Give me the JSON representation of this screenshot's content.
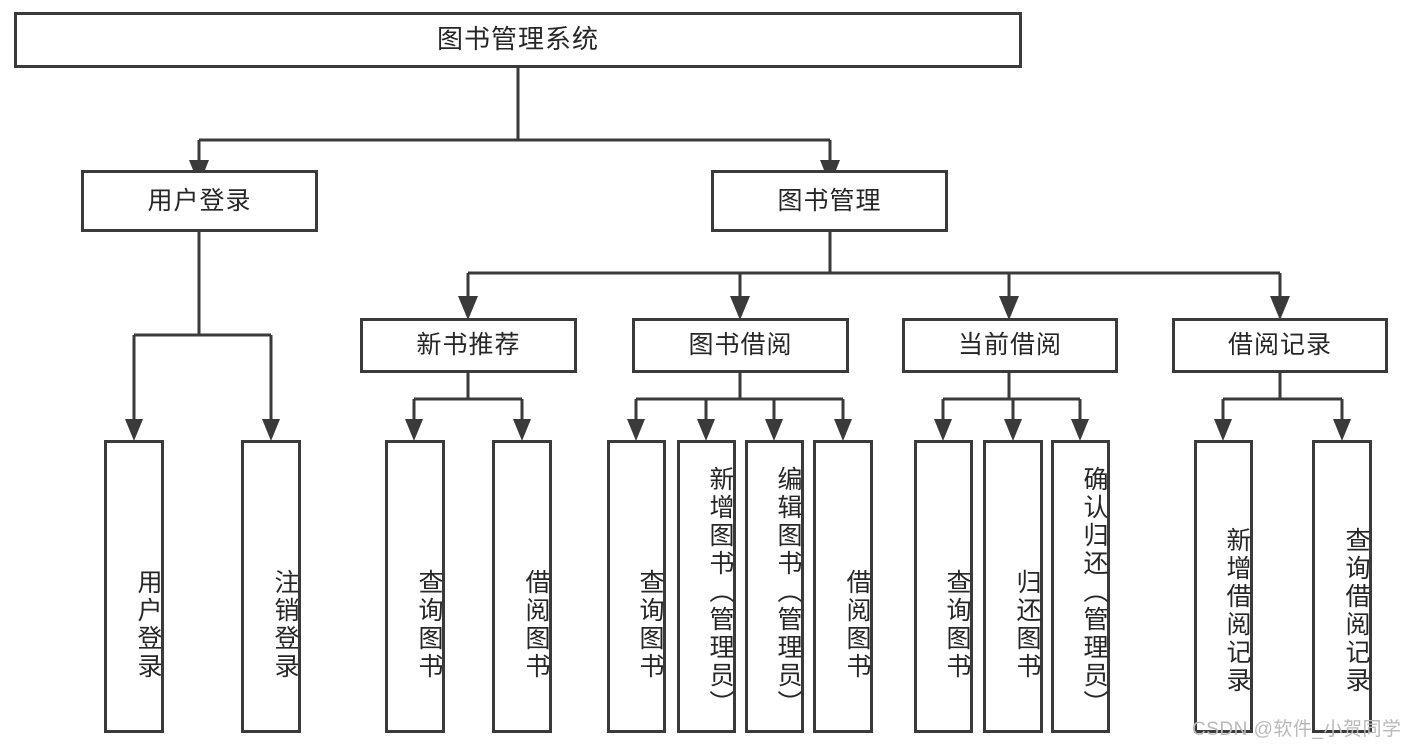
{
  "diagram": {
    "title": "图书管理系统",
    "type": "tree-hierarchy",
    "root": {
      "label": "图书管理系统"
    },
    "level2": [
      {
        "label": "用户登录"
      },
      {
        "label": "图书管理"
      }
    ],
    "level3": [
      {
        "label": "新书推荐"
      },
      {
        "label": "图书借阅"
      },
      {
        "label": "当前借阅"
      },
      {
        "label": "借阅记录"
      }
    ],
    "leaves": {
      "user_login": [
        {
          "label": "用户登录"
        },
        {
          "label": "注销登录"
        }
      ],
      "new_book_recommend": [
        {
          "label": "查询图书"
        },
        {
          "label": "借阅图书"
        }
      ],
      "book_borrow": [
        {
          "label": "查询图书"
        },
        {
          "label": "新增图书（管理员）"
        },
        {
          "label": "编辑图书（管理员）"
        },
        {
          "label": "借阅图书"
        }
      ],
      "current_borrow": [
        {
          "label": "查询图书"
        },
        {
          "label": "归还图书"
        },
        {
          "label": "确认归还（管理员）"
        }
      ],
      "borrow_record": [
        {
          "label": "新增借阅记录"
        },
        {
          "label": "查询借阅记录"
        }
      ]
    }
  },
  "watermark": {
    "text": "CSDN @软件_小贺同学"
  },
  "colors": {
    "stroke": "#3a3a3a",
    "fill": "#ffffff",
    "text": "#262626",
    "watermark": "#b9b9b9"
  }
}
